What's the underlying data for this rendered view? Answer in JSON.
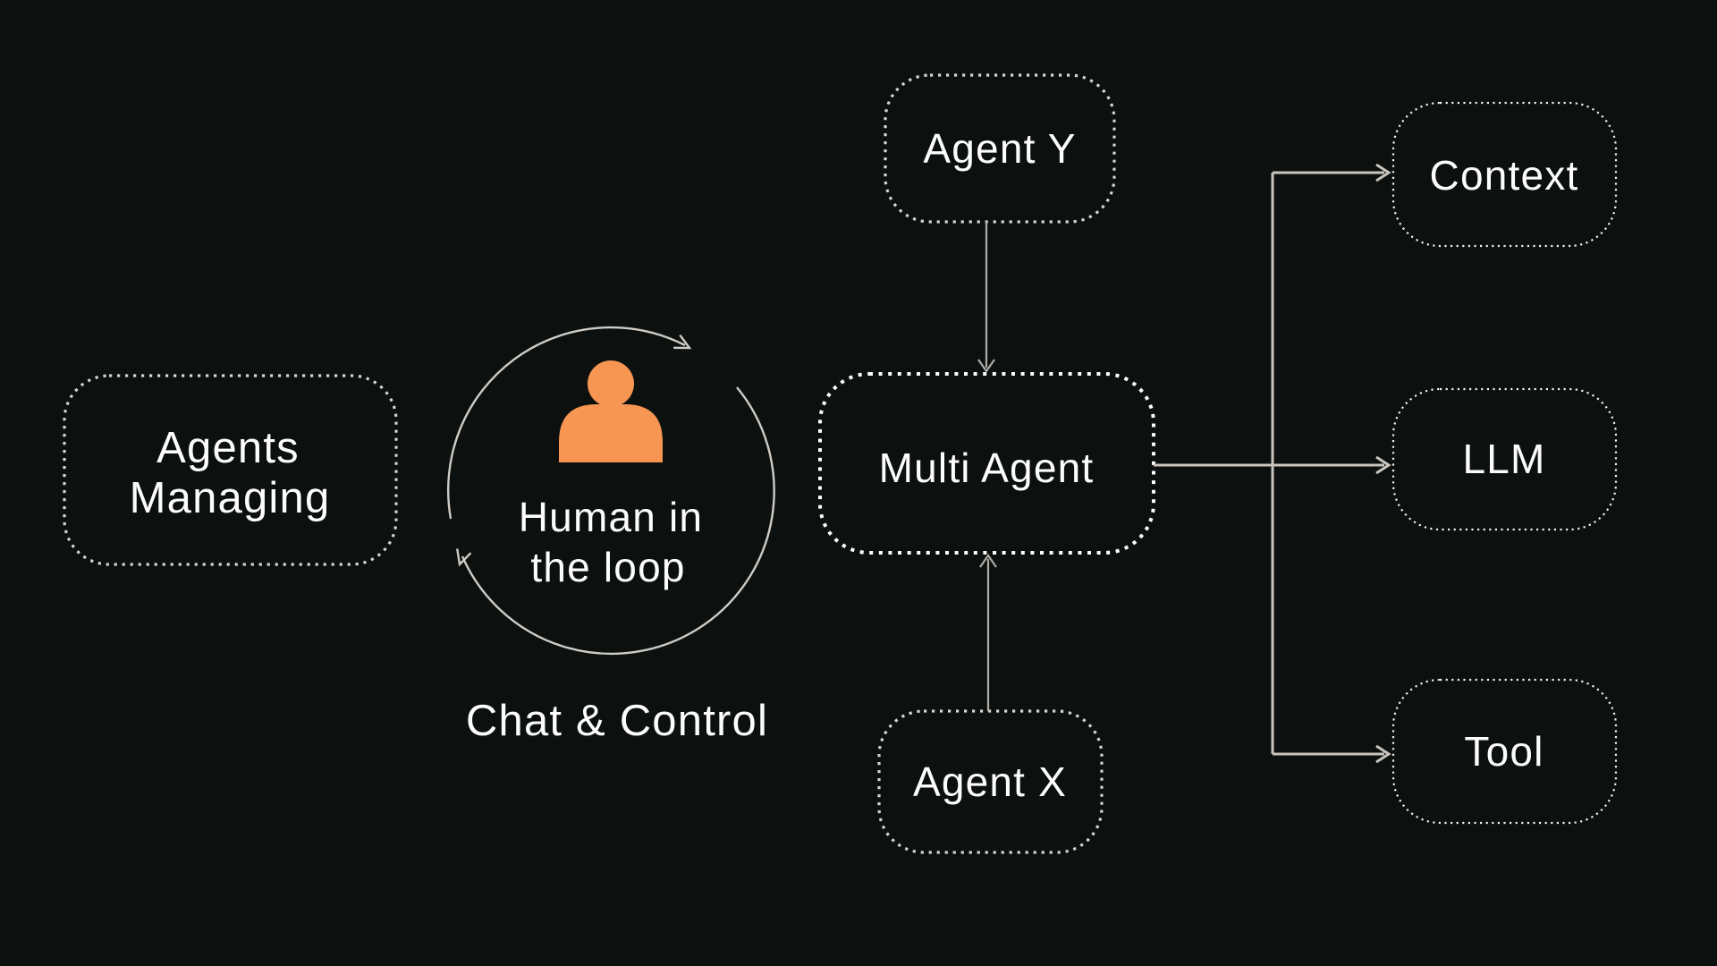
{
  "canvas": {
    "bg": "#0c1110"
  },
  "colors": {
    "accent_orange": "#f79552",
    "connector_line": "#c9c5be",
    "thin_connector_line": "#aeaba5",
    "box_border_warm": "#d8d4cd",
    "box_border_white": "#ffffff",
    "text": "#fdfdfc"
  },
  "icons": {
    "person": "person-icon",
    "cycle": "cycle-arrows-icon"
  },
  "diagram": {
    "boxes": {
      "agents_managing": {
        "label_line1": "Agents",
        "label_line2": "Managing"
      },
      "agent_y": {
        "label": "Agent Y"
      },
      "multi_agent": {
        "label": "Multi Agent"
      },
      "agent_x": {
        "label": "Agent X"
      },
      "context": {
        "label": "Context"
      },
      "llm": {
        "label": "LLM"
      },
      "tool": {
        "label": "Tool"
      }
    },
    "human_in_the_loop": {
      "line1": "Human in",
      "line2": "the loop",
      "caption": "Chat & Control"
    }
  }
}
